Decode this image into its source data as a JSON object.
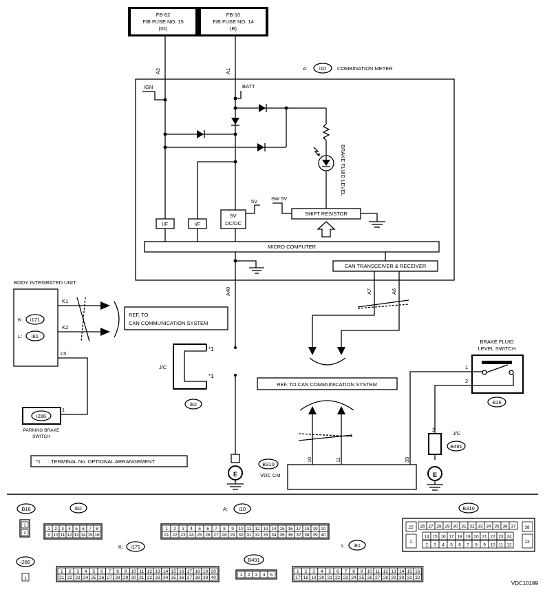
{
  "fuses": [
    {
      "id": "FB-62",
      "name": "F/B FUSE NO. 15",
      "sub": "(IG)"
    },
    {
      "id": "FB-10",
      "name": "F/B FUSE NO. 14",
      "sub": "(B)"
    }
  ],
  "wires": {
    "a2": "A2",
    "a1": "A1",
    "a40": "A40",
    "a7": "A7",
    "a6": "A6",
    "k1": "K1",
    "k2": "K2",
    "l5": "L5",
    "p1": "1",
    "bf1": "1",
    "bf2": "2",
    "jc2": "2",
    "v10": "10",
    "v11": "11",
    "v35": "35"
  },
  "meter": {
    "title_prefix": "A:",
    "connector": "i10",
    "title": "COMBINATION METER",
    "ign": "IGN",
    "batt": "BATT",
    "sw5v": "SW 5V",
    "v5": "5V",
    "if1": "I/F",
    "if2": "I/F",
    "dcdc1": "5V",
    "dcdc2": "DC/DC",
    "shift": "SHIFT RESISTOR",
    "micro": "MICRO COMPUTER",
    "can": "CAN TRANSCEIVER & RECEIVER",
    "led_label": "BRAKE FLUID LEVEL"
  },
  "biu": {
    "title": "BODY INTEGRATED UNIT",
    "k_prefix": "K:",
    "k": "i171",
    "l_prefix": "L:",
    "l": "i81"
  },
  "ref_can1": [
    "REF. TO",
    "CAN COMMUNICATION SYSTEM"
  ],
  "ref_can2": "REF. TO CAN COMMUNICATION SYSTEM",
  "jc": {
    "label": "J/C",
    "conn": "i82",
    "star1": "*1",
    "star2": "*1"
  },
  "parking": {
    "conn": "i286",
    "label1": "PARKING BRAKE",
    "label2": "SWITCH"
  },
  "note": {
    "star": "*1",
    "text": ": TERMINAL No. OPTIONAL ARRANGEMENT"
  },
  "ground": "E",
  "vdc": {
    "conn": "B310",
    "label": "VDC CM"
  },
  "bfswitch": {
    "label1": "BRAKE FLUID",
    "label2": "LEVEL SWITCH",
    "conn": "B16"
  },
  "jc2": {
    "label": "J/C",
    "conn": "B491"
  },
  "connectors": {
    "b16": {
      "name": "B16",
      "pins": [
        "1",
        "2"
      ]
    },
    "i82": {
      "name": "i82",
      "rows": [
        [
          "1",
          "2",
          "3",
          "4",
          "5",
          "6",
          "7",
          "8"
        ],
        [
          "9",
          "10",
          "11",
          "12",
          "13",
          "14",
          "15",
          "16"
        ]
      ]
    },
    "i10": {
      "prefix": "A:",
      "name": "i10",
      "rows": [
        [
          "1",
          "2",
          "3",
          "4",
          "5",
          "6",
          "7",
          "8",
          "9",
          "10",
          "11",
          "12",
          "13",
          "14",
          "15",
          "16",
          "17",
          "18",
          "19",
          "20"
        ],
        [
          "21",
          "22",
          "23",
          "24",
          "25",
          "26",
          "27",
          "28",
          "29",
          "30",
          "31",
          "32",
          "33",
          "34",
          "35",
          "36",
          "37",
          "38",
          "39",
          "40"
        ]
      ]
    },
    "b310": {
      "name": "B310",
      "left": [
        "25",
        "1"
      ],
      "right": [
        "38",
        "13"
      ],
      "rows": [
        [
          "26",
          "27",
          "28",
          "29",
          "30",
          "31",
          "32",
          "33",
          "34",
          "35",
          "36",
          "37"
        ],
        [
          "14",
          "15",
          "16",
          "17",
          "18",
          "19",
          "20",
          "21",
          "22",
          "23",
          "24"
        ],
        [
          "2",
          "3",
          "4",
          "5",
          "6",
          "7",
          "8",
          "9",
          "10",
          "11",
          "12"
        ]
      ]
    },
    "i286": {
      "name": "i286",
      "pins": [
        "1"
      ]
    },
    "i171": {
      "prefix": "K:",
      "name": "i171",
      "rows": [
        [
          "1",
          "2",
          "3",
          "4",
          "5",
          "6",
          "7",
          "8",
          "9",
          "10",
          "11",
          "12",
          "13",
          "14",
          "15",
          "16",
          "17",
          "18",
          "19",
          "20"
        ],
        [
          "21",
          "22",
          "23",
          "24",
          "25",
          "26",
          "27",
          "28",
          "29",
          "30",
          "31",
          "32",
          "33",
          "34",
          "35",
          "36",
          "37",
          "38",
          "39",
          "40"
        ]
      ]
    },
    "b491": {
      "name": "B491",
      "pins": [
        "1",
        "2",
        "3",
        "4",
        "5"
      ]
    },
    "i81": {
      "prefix": "L:",
      "name": "i81",
      "rows": [
        [
          "1",
          "2",
          "3",
          "4",
          "5",
          "6",
          "7",
          "8",
          "9",
          "10",
          "11",
          "12",
          "13",
          "14",
          "15",
          "16"
        ],
        [
          "17",
          "18",
          "19",
          "20",
          "21",
          "22",
          "23",
          "24",
          "25",
          "26",
          "27",
          "28",
          "29",
          "30",
          "31",
          "32"
        ]
      ]
    }
  },
  "code": "VDC10199"
}
